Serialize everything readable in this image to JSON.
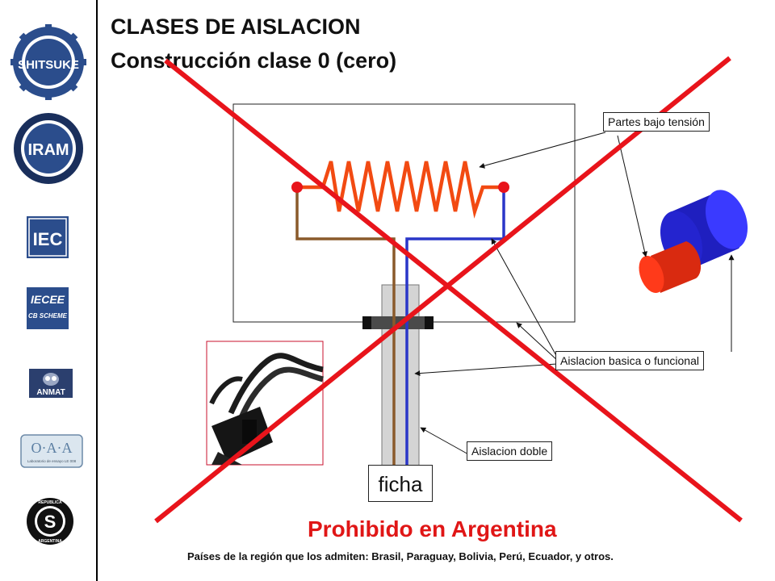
{
  "slide": {
    "title": "CLASES DE AISLACION",
    "subtitle": "Construcción clase 0 (cero)",
    "labels": {
      "partes": "Partes bajo tensión",
      "basica": "Aislacion basica o funcional",
      "doble": "Aislacion doble",
      "ficha": "ficha"
    },
    "prohibido": "Prohibido en Argentina",
    "paises": "Países de la región que los admiten: Brasil, Paraguay, Bolivia, Perú, Ecuador, y otros."
  },
  "logos": {
    "shitsuke": "SHITSUKE",
    "iram": "IRAM",
    "iec": "IEC",
    "iecee": "IECEE",
    "iecee_sub": "CB SCHEME",
    "anmat": "ANMAT",
    "oaa": "O·A·A",
    "oaa_sub": "Laboratorio de ensayo LE 008",
    "s_mark": "S",
    "s_ring_top": "REPUBLICA",
    "s_ring_bottom": "ARGENTINA"
  },
  "colors": {
    "cross": "#e8141b",
    "heater": "#f24a12",
    "live_wire": "#8a5a2b",
    "neutral_wire": "#2a36c8",
    "terminal": "#e8141b",
    "logo_blue": "#2b4d8c"
  }
}
